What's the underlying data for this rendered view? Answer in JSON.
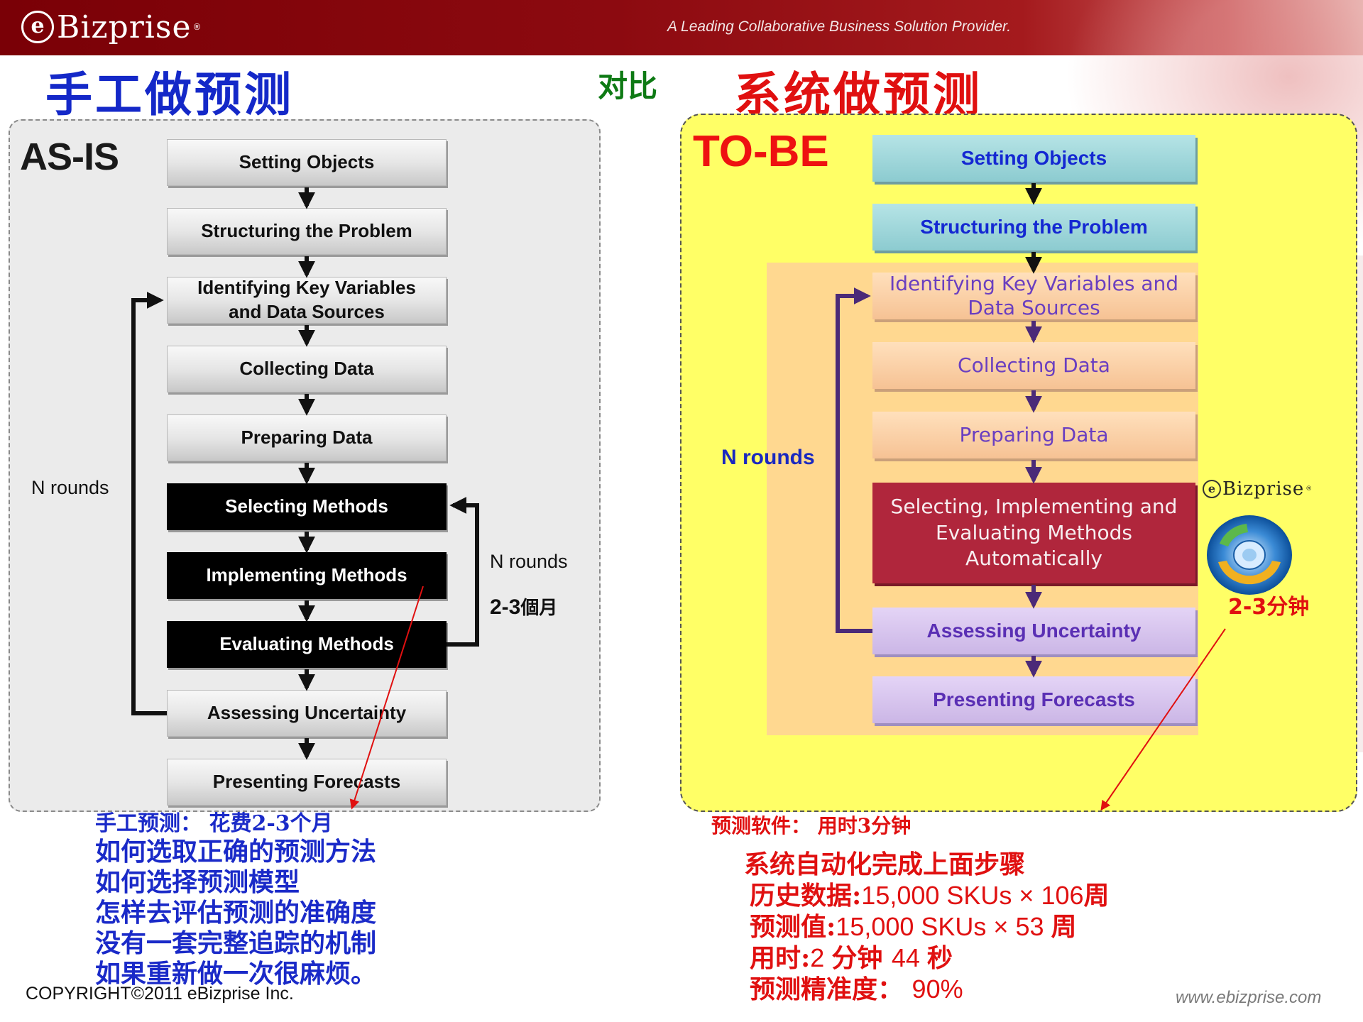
{
  "header": {
    "logo_e": "e",
    "logo_text": "Bizprise",
    "logo_reg": "®",
    "tagline": "A Leading Collaborative Business Solution Provider."
  },
  "titles": {
    "left": "手工做预测",
    "middle": "对比",
    "right": "系统做预测"
  },
  "asis": {
    "label": "AS-IS",
    "steps": [
      "Setting Objects",
      "Structuring the Problem",
      "Identifying Key Variables",
      "and Data Sources",
      "Collecting Data",
      "Preparing Data",
      "Selecting Methods",
      "Implementing Methods",
      "Evaluating Methods",
      "Assessing Uncertainty",
      "Presenting Forecasts"
    ],
    "outer_loop_label": "N rounds",
    "inner_loop_label": "N rounds",
    "duration_num": "2-3",
    "duration_unit": "個月"
  },
  "tobe": {
    "label": "TO-BE",
    "steps": {
      "setting": "Setting Objects",
      "structuring": "Structuring the Problem",
      "identifying_1": "Identifying Key Variables and",
      "identifying_2": "Data Sources",
      "collecting": "Collecting Data",
      "preparing": "Preparing Data",
      "selecting_1": "Selecting, Implementing and",
      "selecting_2": "Evaluating Methods",
      "selecting_3": "Automatically",
      "assessing": "Assessing Uncertainty",
      "presenting": "Presenting Forecasts"
    },
    "loop_label": "N rounds",
    "duration": "2-3分钟",
    "mini_logo_e": "e",
    "mini_logo_text": "Bizprise",
    "mini_logo_reg": "®"
  },
  "notes_left": {
    "first": "手工预测：  花费2-3个月",
    "items": [
      "如何选取正确的预测方法",
      "如何选择预测模型",
      "怎样去评估预测的准确度",
      "没有一套完整追踪的机制",
      "如果重新做一次很麻烦。"
    ]
  },
  "notes_right": {
    "head": "预测软件：  用时3分钟",
    "auto": "系统自动化完成上面步骤",
    "history_a": "历史数据:",
    "history_b": "15,000 SKUs × 106",
    "history_c": "周",
    "forecast_a": "预测值:",
    "forecast_b": "15,000 SKUs × 53 ",
    "forecast_c": "周",
    "time_a": "用时:",
    "time_b": "2 ",
    "time_c": "分钟 ",
    "time_d": "44 ",
    "time_e": "秒",
    "accuracy_a": "预测精准度：  ",
    "accuracy_b": "90%"
  },
  "footer": {
    "copyright": "COPYRIGHT©2011 eBizprise Inc.",
    "website": "www.ebizprise.com"
  },
  "colors": {
    "header_red": "#7a0006",
    "title_blue": "#1428c8",
    "title_green": "#0e7a14",
    "title_red": "#e01010",
    "tobe_yellow": "#ffff66",
    "tobe_orange": "#ffd890",
    "crimson": "#b0263c"
  }
}
